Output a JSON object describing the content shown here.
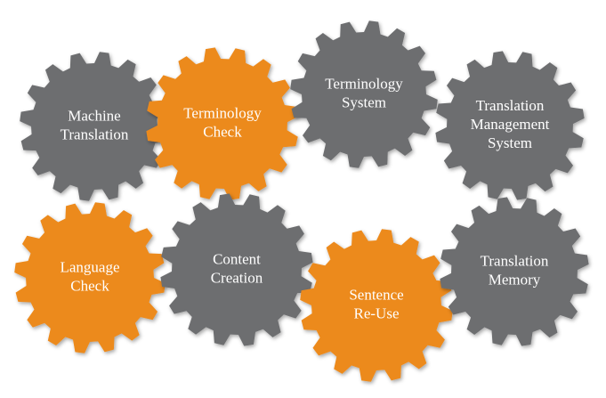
{
  "colors": {
    "gray": "#6d6e70",
    "orange": "#ec8a1e",
    "text": "#ffffff"
  },
  "gears": [
    {
      "id": "machine-translation",
      "color": "gray",
      "lines": [
        "Machine",
        "Translation"
      ]
    },
    {
      "id": "terminology-check",
      "color": "orange",
      "lines": [
        "Terminology",
        "Check"
      ]
    },
    {
      "id": "terminology-system",
      "color": "gray",
      "lines": [
        "Terminology",
        "System"
      ]
    },
    {
      "id": "translation-management-system",
      "color": "gray",
      "lines": [
        "Translation",
        "Management",
        "System"
      ]
    },
    {
      "id": "language-check",
      "color": "orange",
      "lines": [
        "Language",
        "Check"
      ]
    },
    {
      "id": "content-creation",
      "color": "gray",
      "lines": [
        "Content",
        "Creation"
      ]
    },
    {
      "id": "sentence-re-use",
      "color": "orange",
      "lines": [
        "Sentence",
        "Re-Use"
      ]
    },
    {
      "id": "translation-memory",
      "color": "gray",
      "lines": [
        "Translation",
        "Memory"
      ]
    }
  ]
}
